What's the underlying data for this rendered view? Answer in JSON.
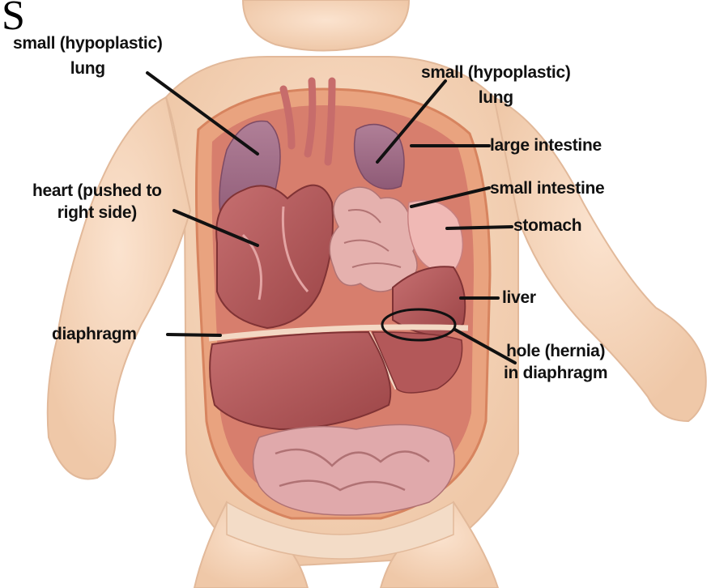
{
  "panel_letter": "S",
  "labels": {
    "lung_right": [
      "small (hypoplastic)",
      "lung"
    ],
    "lung_left": [
      "small (hypoplastic)",
      "lung"
    ],
    "large_intestine": "large intestine",
    "small_intestine": "small intestine",
    "heart": [
      "heart (pushed to",
      "right side)"
    ],
    "stomach": "stomach",
    "liver": "liver",
    "diaphragm": "diaphragm",
    "hernia": [
      "hole (hernia)",
      "in diaphragm"
    ]
  },
  "colors": {
    "skin": "#f6d6bc",
    "cavity": "#e8a07c",
    "organ": "#b65a5c",
    "intestine": "#dd9c9c",
    "leader_line": "#111111"
  }
}
